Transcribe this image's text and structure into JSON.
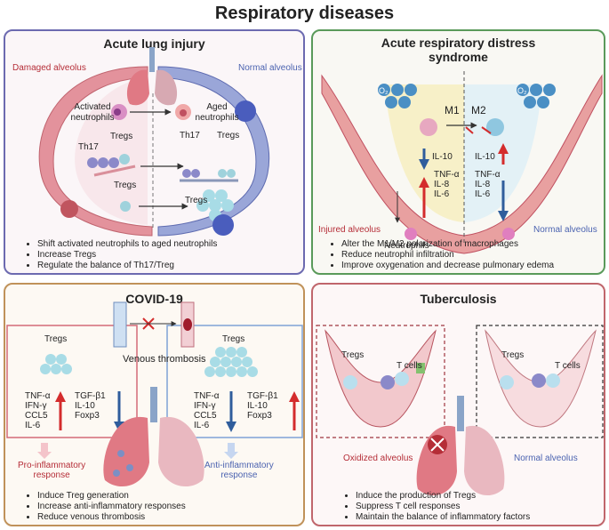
{
  "title": "Respiratory diseases",
  "panels": {
    "ali": {
      "title": "Acute lung injury",
      "damaged": "Damaged alveolus",
      "normal": "Normal alveolus",
      "activated": "Activated neutrophils",
      "aged": "Aged neutrophils",
      "th17_left": "Th17",
      "tregs_left": "Tregs",
      "th17_right": "Th17",
      "tregs_right": "Tregs",
      "tregs_bottom_left": "Tregs",
      "tregs_bottom_right": "Tregs",
      "bullets": [
        "Shift activated neutrophils to aged neutrophils",
        "Increase Tregs",
        "Regulate the balance of Th17/Treg"
      ]
    },
    "ards": {
      "title_line1": "Acute respiratory distress",
      "title_line2": "syndrome",
      "m1": "M1",
      "m2": "M2",
      "il10_left": "IL-10",
      "cyto_left": [
        "TNF-α",
        "IL-8",
        "IL-6"
      ],
      "il10_right": "IL-10",
      "cyto_right": [
        "TNF-α",
        "IL-8",
        "IL-6"
      ],
      "injured": "Injured  alveolus",
      "normal": "Normal alveolus",
      "neutrophils": "Neutrophils",
      "o2": "O₂",
      "bullets": [
        "Alter the M1/M2 polarization of macrophages",
        "Reduce neutrophil infiltration",
        "Improve oxygenation and decrease pulmonary edema"
      ]
    },
    "covid": {
      "title": "COVID-19",
      "tregs_left": "Tregs",
      "tregs_right": "Tregs",
      "venous": "Venous thrombosis",
      "left_up": [
        "TNF-α",
        "IFN-γ",
        "CCL5",
        "IL-6"
      ],
      "left_down": [
        "TGF-β1",
        "IL-10",
        "Foxp3"
      ],
      "right_down": [
        "TNF-α",
        "IFN-γ",
        "CCL5",
        "IL-6"
      ],
      "right_up": [
        "TGF-β1",
        "IL-10",
        "Foxp3"
      ],
      "pro": [
        "Pro-inflammatory",
        "response"
      ],
      "anti": [
        "Anti-inflammatory",
        "response"
      ],
      "bullets": [
        "Induce Treg generation",
        "Increase anti-inflammatory responses",
        "Reduce venous thrombosis"
      ]
    },
    "tb": {
      "title": "Tuberculosis",
      "tregs_left": "Tregs",
      "tcells_left": "T cells",
      "tregs_right": "Tregs",
      "tcells_right": "T cells",
      "oxidized": "Oxidized alveolus",
      "normal": "Normal alveolus",
      "bullets": [
        "Induce the production of Tregs",
        "Suppress T cell responses",
        "Maintain the balance of inflammatory factors"
      ]
    }
  },
  "colors": {
    "up_arrow": "#d42c2c",
    "down_arrow": "#2f5d9c",
    "red_text": "#b52d37",
    "blue_text": "#4b63b0"
  }
}
